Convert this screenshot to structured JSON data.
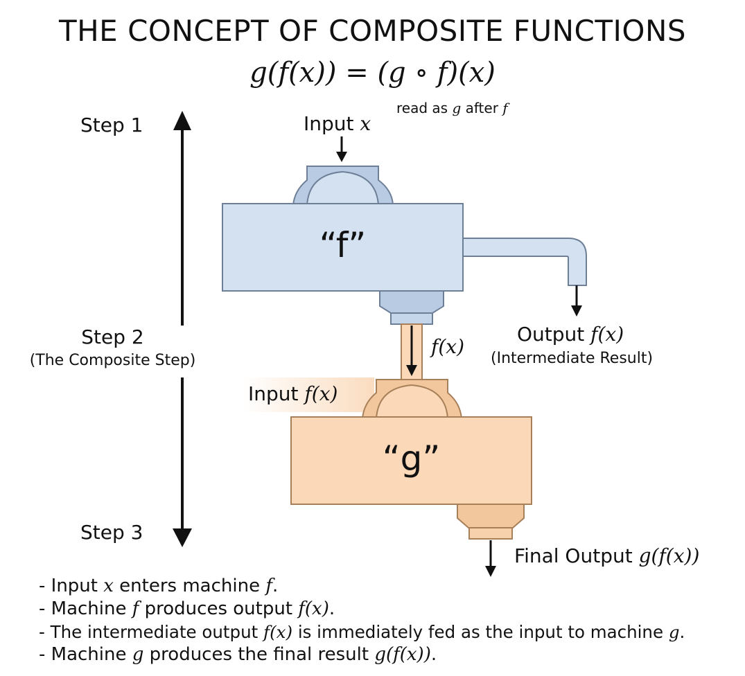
{
  "title": "THE CONCEPT OF COMPOSITE FUNCTIONS",
  "formula": {
    "lhs": "g(f(x))",
    "eq": "=",
    "rhs": "(g ∘ f)(x)",
    "read_prefix": "read as ",
    "read_g": "g",
    "read_mid": " after ",
    "read_f": "f"
  },
  "steps": {
    "step1": "Step 1",
    "step2": "Step 2",
    "step2_sub": "(The Composite Step)",
    "step3": "Step 3"
  },
  "machines": {
    "f": {
      "name": "“f”",
      "color": "#d3e1f1",
      "stroke": "#6d7f96"
    },
    "g": {
      "name": "“g”",
      "color": "#fad8b8",
      "stroke": "#a7805a"
    }
  },
  "labels": {
    "input_x_text": "Input ",
    "input_x_var": "x",
    "fx_pipe": "f(x)",
    "output_text": "Output ",
    "output_var": "f(x)",
    "output_sub": "(Intermediate Result)",
    "input_fx_text": "Input ",
    "input_fx_var": "f(x)",
    "final_text": "Final Output ",
    "final_var": "g(f(x))"
  },
  "notes": [
    {
      "a": "- Input ",
      "v1": "x",
      "b": " enters machine ",
      "v2": "f",
      "c": "."
    },
    {
      "a": "- Machine ",
      "v1": "f",
      "b": " produces output ",
      "v2": "f(x)",
      "c": "."
    },
    {
      "a": "- The intermediate output ",
      "v1": "f(x)",
      "b": " is immediately fed as the input to machine ",
      "v2": "g",
      "c": "."
    },
    {
      "a": "- Machine ",
      "v1": "g",
      "b": " produces the final result ",
      "v2": "g(f(x))",
      "c": "."
    }
  ]
}
